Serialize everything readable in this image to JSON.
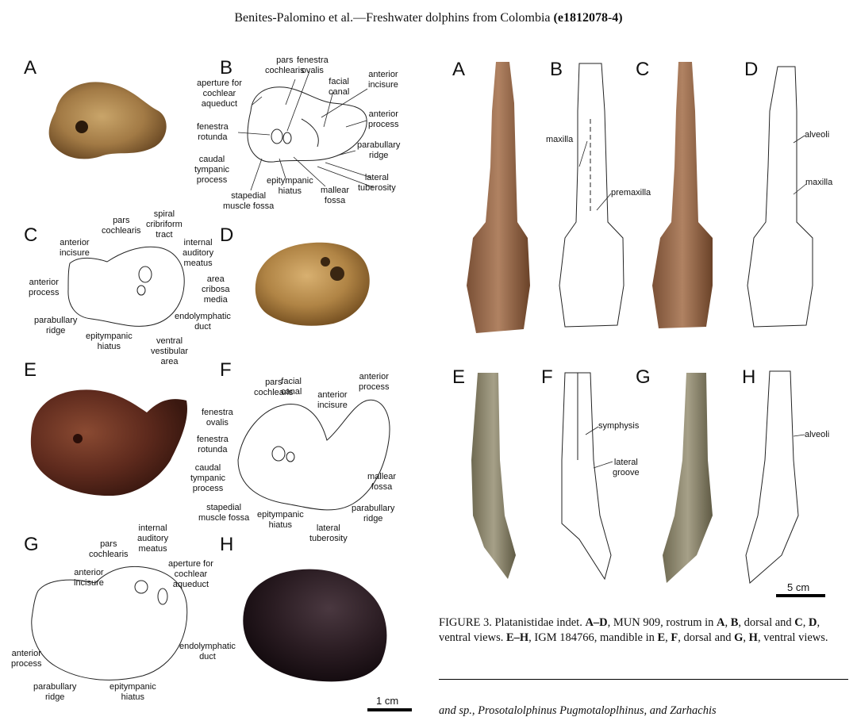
{
  "header": {
    "text": "Benites-Palomino et al.—Freshwater dolphins from Colombia ",
    "code": "(e1812078-4)"
  },
  "left_panels": {
    "A": "A",
    "B": "B",
    "C": "C",
    "D": "D",
    "E": "E",
    "F": "F",
    "G": "G",
    "H": "H"
  },
  "right_panels": {
    "A": "A",
    "B": "B",
    "C": "C",
    "D": "D",
    "E": "E",
    "F": "F",
    "G": "G",
    "H": "H"
  },
  "labels_B": {
    "pars_cochlearis": "pars\ncochlearis",
    "fenestra_ovalis": "fenestra\novalis",
    "aperture": "aperture for\ncochlear\naqueduct",
    "facial_canal": "facial\ncanal",
    "anterior_incisure": "anterior\nincisure",
    "fenestra_rotunda": "fenestra\nrotunda",
    "anterior_process": "anterior\nprocess",
    "parabullary_ridge": "parabullary\nridge",
    "caudal_tympanic": "caudal\ntympanic\nprocess",
    "lateral_tuberosity": "lateral\ntuberosity",
    "epitympanic_hiatus": "epitympanic\nhiatus",
    "stapedial": "stapedial\nmuscle fossa",
    "mallear_fossa": "mallear\nfossa"
  },
  "labels_C": {
    "pars_cochlearis": "pars\ncochlearis",
    "spiral": "spiral\ncribriform\ntract",
    "anterior_incisure": "anterior\nincisure",
    "internal_meatus": "internal\nauditory\nmeatus",
    "anterior_process": "anterior\nprocess",
    "area_cribosa": "area\ncribosa\nmedia",
    "parabullary_ridge": "parabullary\nridge",
    "endolymphatic": "endolymphatic\nduct",
    "epitympanic_hiatus": "epitympanic\nhiatus",
    "ventral_vestibular": "ventral\nvestibular\narea"
  },
  "labels_F": {
    "pars_cochlearis": "pars\ncochlearis",
    "facial_canal": "facial\ncanal",
    "anterior_incisure": "anterior\nincisure",
    "anterior_process": "anterior\nprocess",
    "fenestra_ovalis": "fenestra\novalis",
    "fenestra_rotunda": "fenestra\nrotunda",
    "caudal_tympanic": "caudal\ntympanic\nprocess",
    "mallear_fossa": "mallear\nfossa",
    "stapedial": "stapedial\nmuscle fossa",
    "epitympanic_hiatus": "epitympanic\nhiatus",
    "lateral_tuberosity": "lateral\ntuberosity",
    "parabullary_ridge": "parabullary\nridge"
  },
  "labels_G": {
    "internal_meatus": "internal\nauditory\nmeatus",
    "pars_cochlearis": "pars\ncochlearis",
    "aperture": "aperture for\ncochlear\naqueduct",
    "anterior_incisure": "anterior\nincisure",
    "anterior_process": "anterior\nprocess",
    "endolymphatic": "endolymphatic\nduct",
    "parabullary_ridge": "parabullary\nridge",
    "epitympanic_hiatus": "epitympanic\nhiatus"
  },
  "labels_right": {
    "maxilla_B": "maxilla",
    "premaxilla": "premaxilla",
    "alveoli_D": "alveoli",
    "maxilla_D": "maxilla",
    "symphysis": "symphysis",
    "lateral_groove": "lateral\ngroove",
    "alveoli_H": "alveoli"
  },
  "scale_left": "1 cm",
  "scale_right": "5 cm",
  "caption": {
    "fig": "FIGURE 3. Platanistidae indet. ",
    "AD": "A–D",
    "t1": ", MUN 909, rostrum in ",
    "A": "A",
    "t2": ", ",
    "B": "B",
    "t3": ", dorsal and ",
    "C": "C",
    "t4": ", ",
    "D": "D",
    "t5": ", ventral views. ",
    "EH": "E–H",
    "t6": ", IGM 184766, mandible in ",
    "E": "E",
    "t7": ", ",
    "F": "F",
    "t8": ", dorsal and ",
    "G": "G",
    "t9": ",",
    "H": "H",
    "t10": ", ventral views."
  },
  "bottom_line": "and sp., Prosotalolphinus Pugmotaloplhinus, and Zarhachis"
}
